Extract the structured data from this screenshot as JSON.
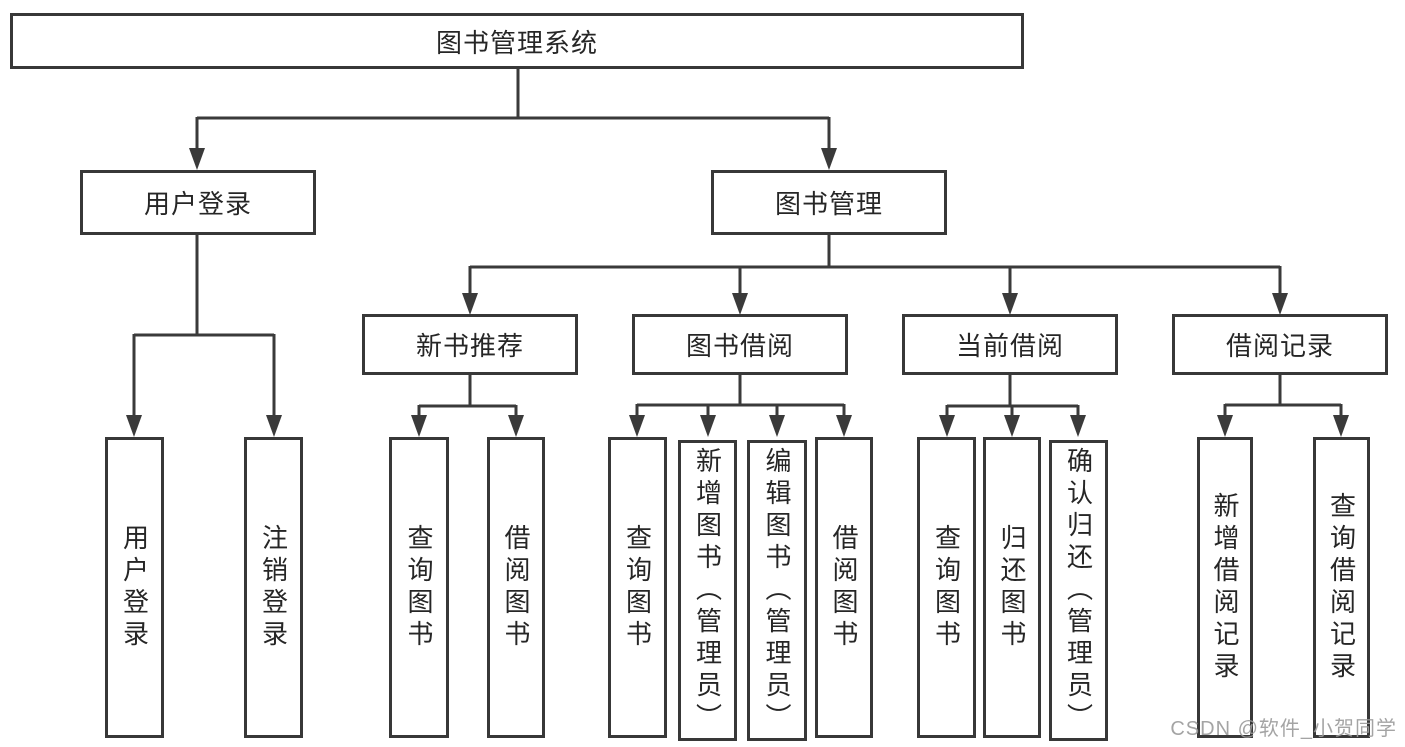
{
  "diagram": {
    "title": "图书管理系统",
    "root": {
      "label": "图书管理系统"
    },
    "branches": [
      {
        "label": "用户登录",
        "children": [
          {
            "label": "用户登录"
          },
          {
            "label": "注销登录"
          }
        ]
      },
      {
        "label": "图书管理",
        "children": [
          {
            "label": "新书推荐",
            "children": [
              {
                "label": "查询图书"
              },
              {
                "label": "借阅图书"
              }
            ]
          },
          {
            "label": "图书借阅",
            "children": [
              {
                "label": "查询图书"
              },
              {
                "label": "新增图书（管理员）"
              },
              {
                "label": "编辑图书（管理员）"
              },
              {
                "label": "借阅图书"
              }
            ]
          },
          {
            "label": "当前借阅",
            "children": [
              {
                "label": "查询图书"
              },
              {
                "label": "归还图书"
              },
              {
                "label": "确认归还（管理员）"
              }
            ]
          },
          {
            "label": "借阅记录",
            "children": [
              {
                "label": "新增借阅记录"
              },
              {
                "label": "查询借阅记录"
              }
            ]
          }
        ]
      }
    ]
  },
  "watermark": {
    "text": "CSDN @软件_小贺同学",
    "color": "#9b9b9b"
  },
  "colors": {
    "background": "#ffffff",
    "line": "#3a3a3a",
    "box_border": "#383838",
    "text": "#262626",
    "watermark": "#9b9b9b"
  }
}
